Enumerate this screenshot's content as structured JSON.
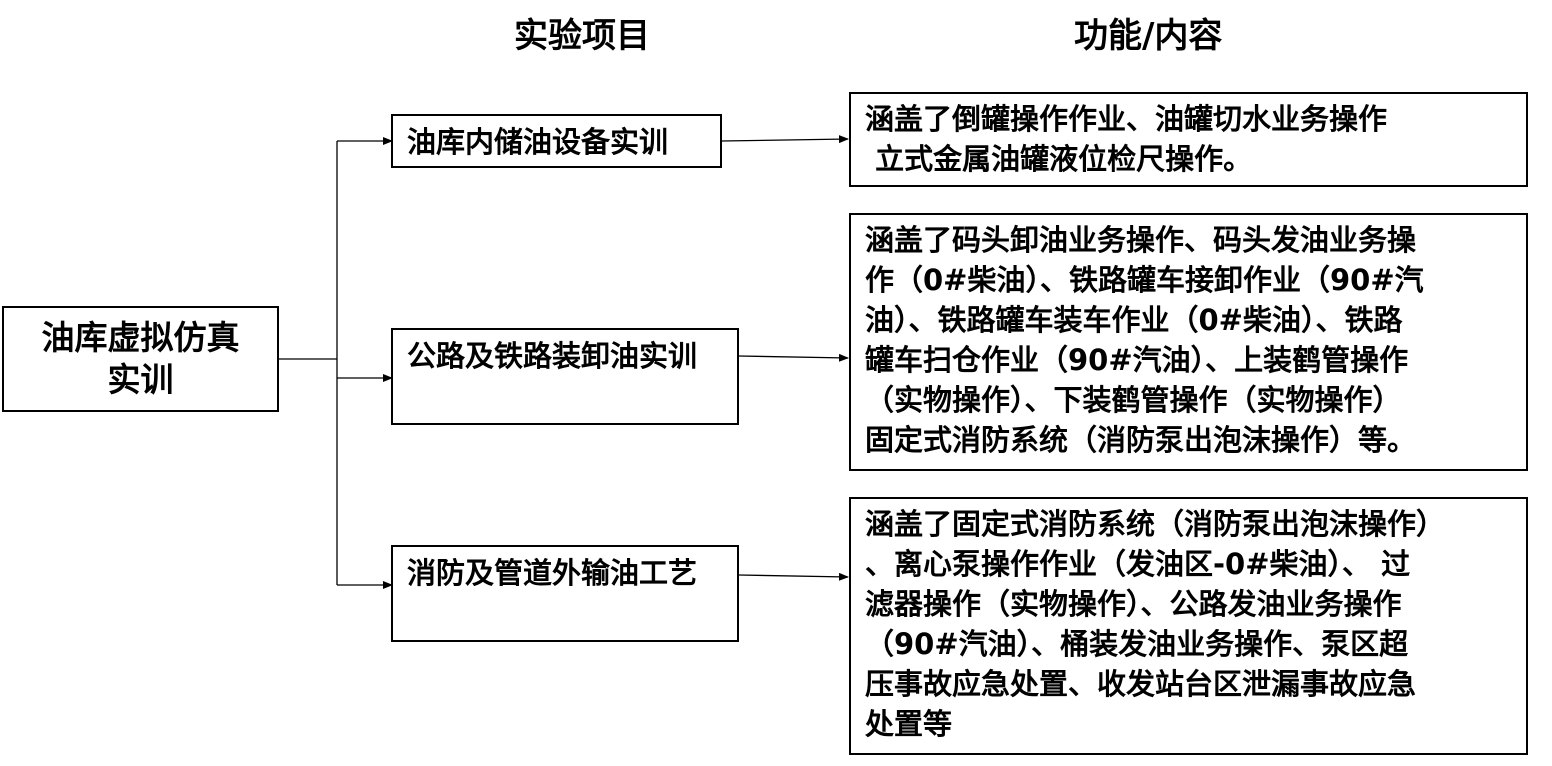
{
  "headers": {
    "projects": "实验项目",
    "content": "功能/内容"
  },
  "root": {
    "lines": [
      "油库虚拟仿真",
      "实训"
    ]
  },
  "items": [
    {
      "label": "油库内储油设备实训",
      "description": [
        "涵盖了倒罐操作作业、油罐切水业务操作",
        " 立式金属油罐液位检尺操作。"
      ]
    },
    {
      "label": "公路及铁路装卸油实训",
      "description": [
        "涵盖了码头卸油业务操作、码头发油业务操",
        "作（0#柴油）、铁路罐车接卸作业（90#汽",
        "油）、铁路罐车装车作业（0#柴油）、铁路",
        "罐车扫仓作业（90#汽油）、上装鹤管操作",
        "（实物操作）、下装鹤管操作（实物操作）",
        "固定式消防系统（消防泵出泡沫操作）等。"
      ]
    },
    {
      "label": "消防及管道外输油工艺",
      "description": [
        "涵盖了固定式消防系统（消防泵出泡沫操作）",
        "、离心泵操作作业（发油区-0#柴油）、 过",
        "滤器操作（实物操作）、公路发油业务操作",
        "（90#汽油）、桶装发油业务操作、泵区超",
        "压事故应急处置、收发站台区泄漏事故应急",
        "处置等"
      ]
    }
  ],
  "colors": {
    "line": "#000000",
    "text": "#000000",
    "background": "#ffffff"
  }
}
